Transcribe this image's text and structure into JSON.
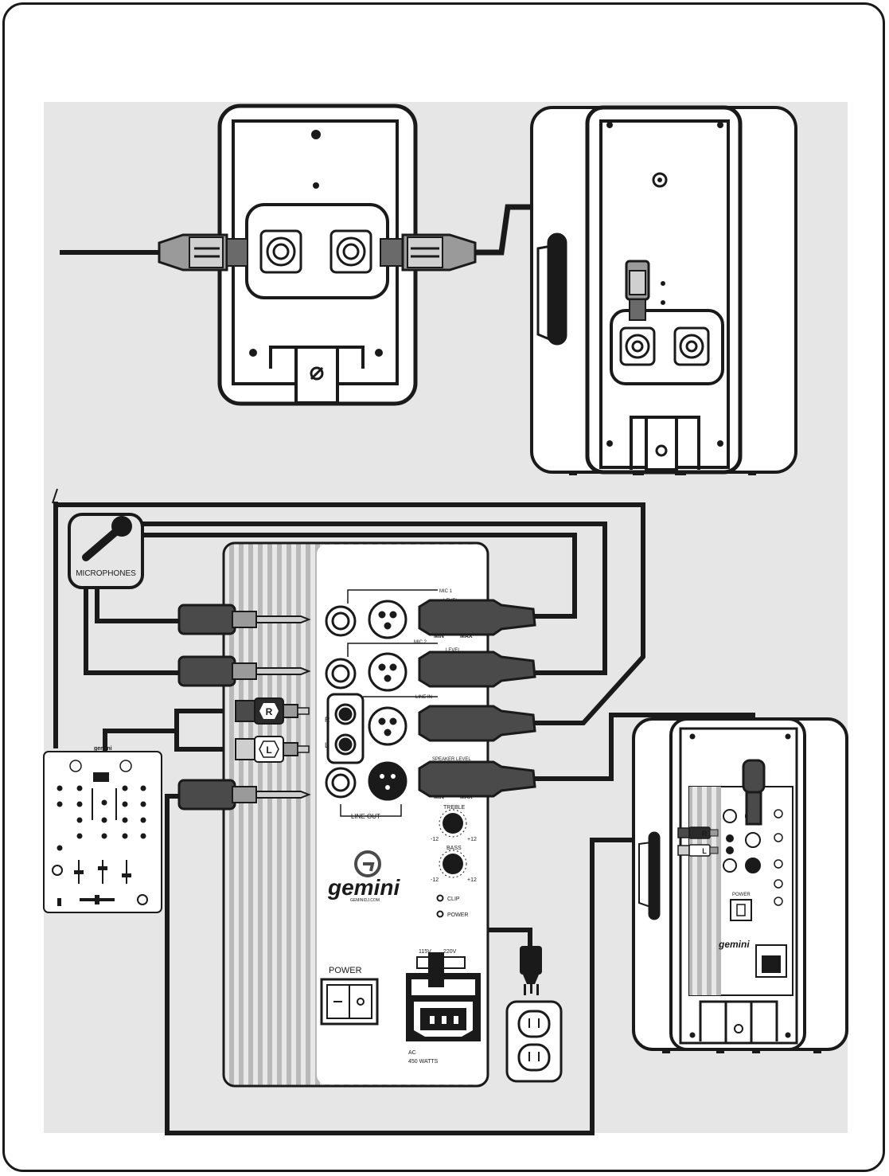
{
  "colors": {
    "ink": "#1a1a1a",
    "panel_gray": "#e6e6e6",
    "light_gray": "#cfcfcf",
    "plug_gray": "#8c8c8c",
    "stripe": "#b5b5b5"
  },
  "microphones": {
    "label": "MICROPHONES",
    "icon": "microphone-icon"
  },
  "panel": {
    "mic1_label": "MIC 1",
    "mic2_label": "MIC 2",
    "line_in_label": "LINE IN",
    "level_label": "LEVEL",
    "speaker_level_label": "SPEAKER LEVEL",
    "min_label": "MIN",
    "max_label": "MAX",
    "r_label": "R",
    "l_label": "L",
    "line_out_label": "LINE OUT",
    "treble_label": "TREBLE",
    "bass_label": "BASS",
    "minus12": "-12",
    "plus12": "+12",
    "brand": "gemini",
    "website": "GEMINIDJ.COM",
    "clip_label": "CLIP",
    "power_led_label": "POWER",
    "power_switch_label": "POWER",
    "voltage_left": "115V",
    "voltage_right": "220V",
    "ac_label": "AC",
    "watts_label": "450 WATTS"
  },
  "rca_plugs": {
    "r": "R",
    "l": "L"
  },
  "mixer": {
    "brand": "gemini"
  },
  "small_amp": {
    "power_label": "POWER",
    "brand": "gemini",
    "r": "R",
    "l": "L"
  }
}
